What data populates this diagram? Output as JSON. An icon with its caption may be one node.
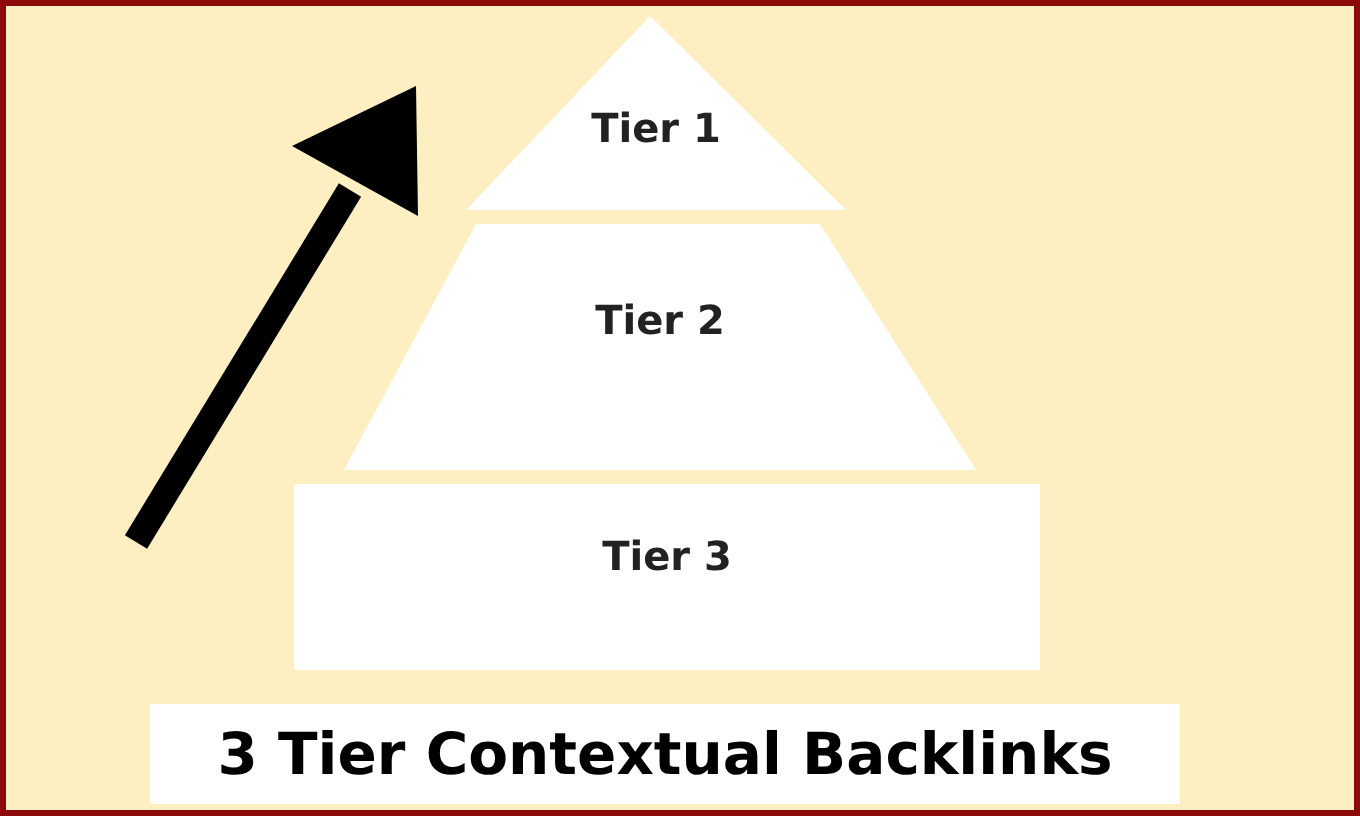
{
  "diagram": {
    "caption": "3 Tier Contextual Backlinks",
    "nodes": [
      {
        "text": [
          "Tier 1"
        ]
      },
      {
        "text": [
          "Tier 2"
        ]
      },
      {
        "text": [
          "Tier 3"
        ]
      }
    ]
  }
}
